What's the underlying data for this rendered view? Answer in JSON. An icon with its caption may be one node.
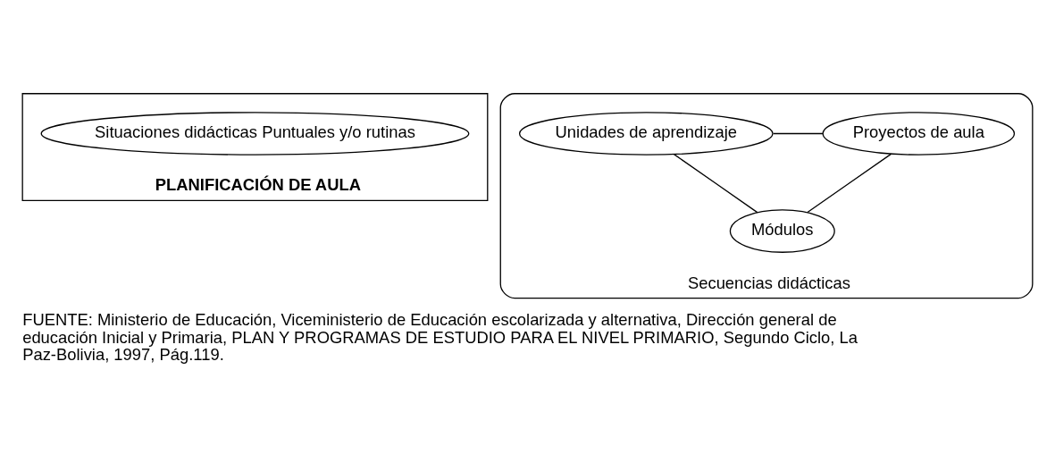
{
  "diagram": {
    "caption": "FUENTE: Ministerio de Educación, Viceministerio de Educación escolarizada y alternativa, Dirección general de educación Inicial y Primaria, PLAN Y PROGRAMAS DE ESTUDIO PARA EL NIVEL PRIMARIO, Segundo Ciclo, La Paz-Bolivia, 1997, Pág.119.",
    "nodes": [
      {
        "text": [
          "PLANIFICACIÓN DE AULA"
        ]
      },
      {
        "text": [
          "Situaciones didácticas Puntuales y/o rutinas"
        ],
        "in": 0
      },
      {
        "text": [
          "Secuencias didácticas"
        ]
      },
      {
        "text": [
          "Unidades de aprendizaje"
        ],
        "in": 2
      },
      {
        "text": [
          "Proyectos de aula"
        ],
        "in": 2
      },
      {
        "text": [
          "Módulos"
        ],
        "in": 2
      }
    ],
    "edges": [
      {
        "from": 3,
        "to": 4,
        "arrow": "none"
      },
      {
        "from": 3,
        "to": 5,
        "arrow": "none"
      },
      {
        "from": 4,
        "to": 5,
        "arrow": "none"
      }
    ]
  }
}
